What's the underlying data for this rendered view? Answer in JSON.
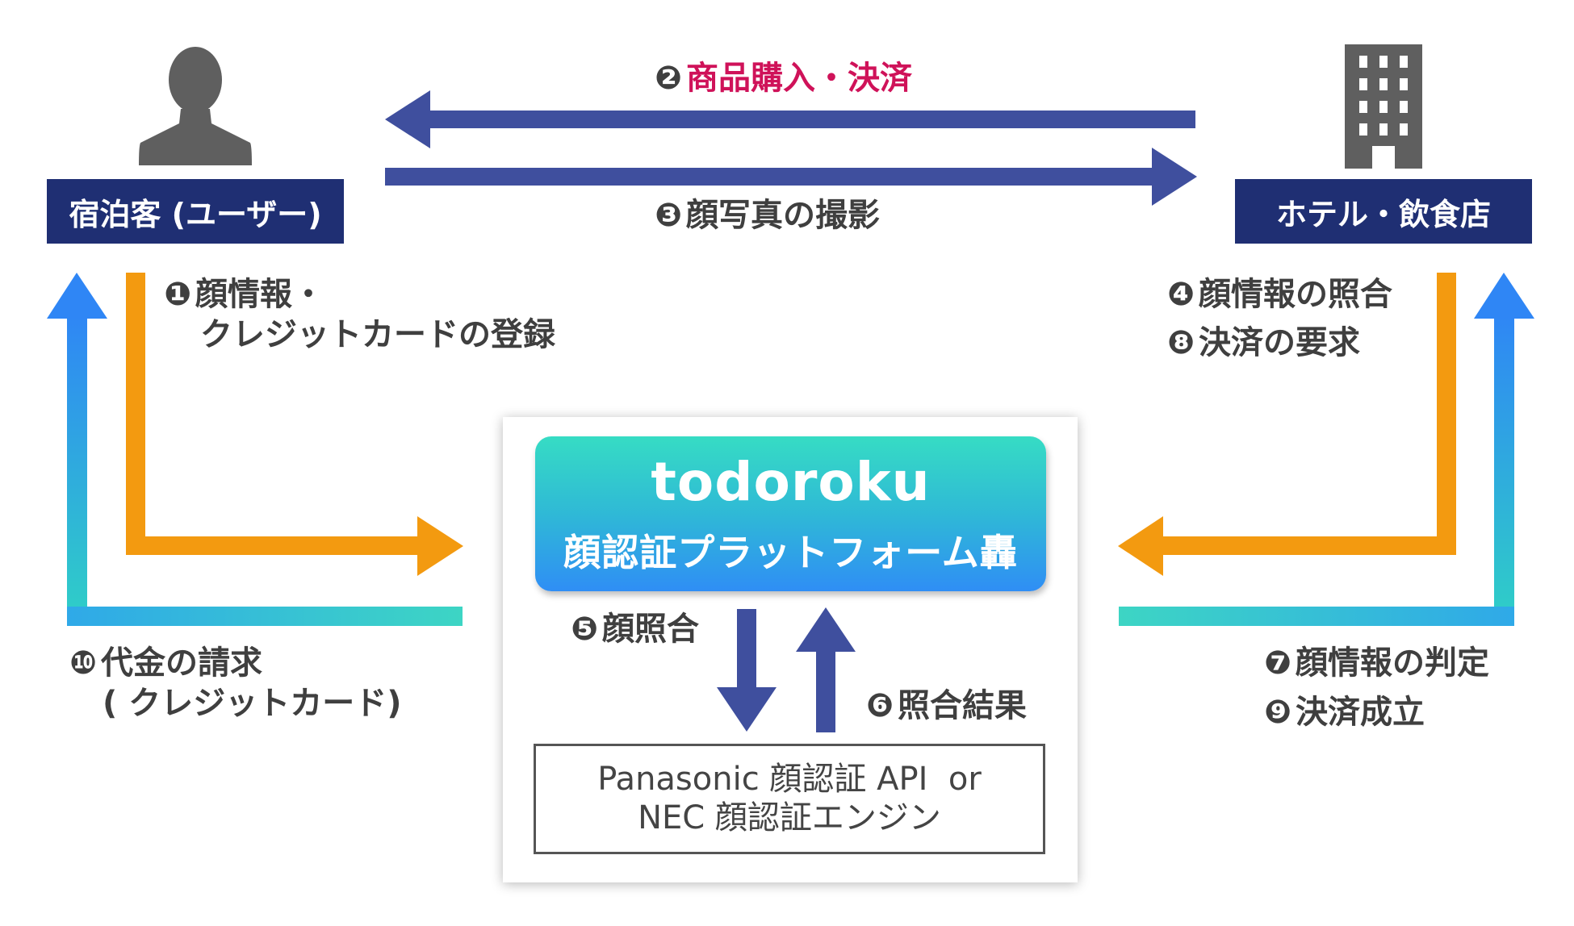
{
  "actors": {
    "user_label": "宿泊客 (ユーザー)",
    "store_label": "ホテル・飲食店"
  },
  "steps": {
    "s1_num": "❶",
    "s1_line1": "顔情報・",
    "s1_line2": "クレジットカードの登録",
    "s2_num": "❷",
    "s2_text": "商品購入・決済",
    "s3_num": "❸",
    "s3_text": "顔写真の撮影",
    "s4_num": "❹",
    "s4_text": "顔情報の照合",
    "s5_num": "❺",
    "s5_text": "顔照合",
    "s6_num": "❻",
    "s6_text": "照合結果",
    "s7_num": "❼",
    "s7_text": "顔情報の判定",
    "s8_num": "❽",
    "s8_text": "決済の要求",
    "s9_num": "❾",
    "s9_text": "決済成立",
    "s10_num": "❿",
    "s10_line1": "代金の請求",
    "s10_line2": "( クレジットカード)"
  },
  "platform": {
    "title": "todoroku",
    "subtitle": "顔認証プラットフォーム轟"
  },
  "engine": {
    "line1": "Panasonic 顔認証 API  or",
    "line2": "NEC 顔認証エンジン"
  },
  "icons": {
    "user": "person-icon",
    "store": "building-icon"
  },
  "colors": {
    "navy": "#1f2f73",
    "arrow_navy": "#3f4f9e",
    "orange": "#f39a10",
    "blue": "#2e8cf2",
    "teal": "#3dd5c4",
    "magenta": "#cf1259",
    "icon_gray": "#5f5f5f"
  }
}
